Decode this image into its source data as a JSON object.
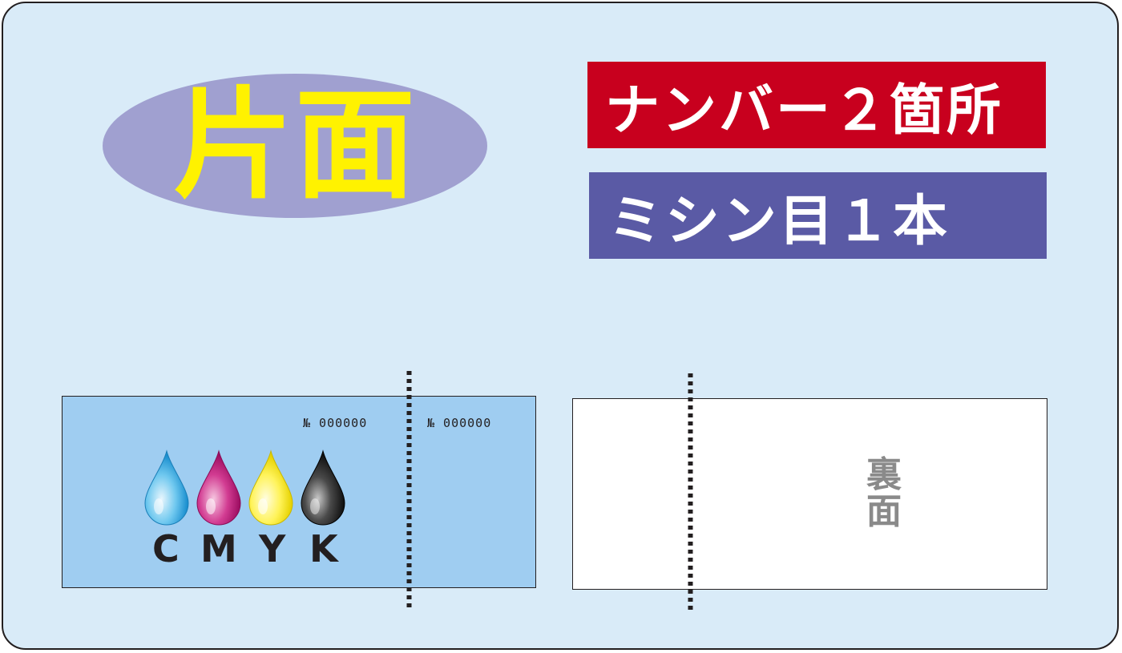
{
  "title": "片面",
  "banners": {
    "numbers": "ナンバー２箇所",
    "perforation": "ミシン目１本"
  },
  "front_ticket": {
    "number_left": "№  000000",
    "number_right": "№  000000"
  },
  "ink": {
    "letters": [
      "C",
      "M",
      "Y",
      "K"
    ],
    "colors": {
      "C": "#2aa8e0",
      "M": "#c2177d",
      "Y": "#fff200",
      "K": "#231f20"
    }
  },
  "back_ticket": {
    "label": "裏面"
  },
  "colors": {
    "background": "#d9ebf8",
    "ellipse": "#a0a0d0",
    "title_text": "#fff200",
    "banner_red": "#c8001e",
    "banner_blue": "#5a5aa5",
    "front_ticket": "#9fcdf1",
    "back_label": "#8a8a8a"
  }
}
